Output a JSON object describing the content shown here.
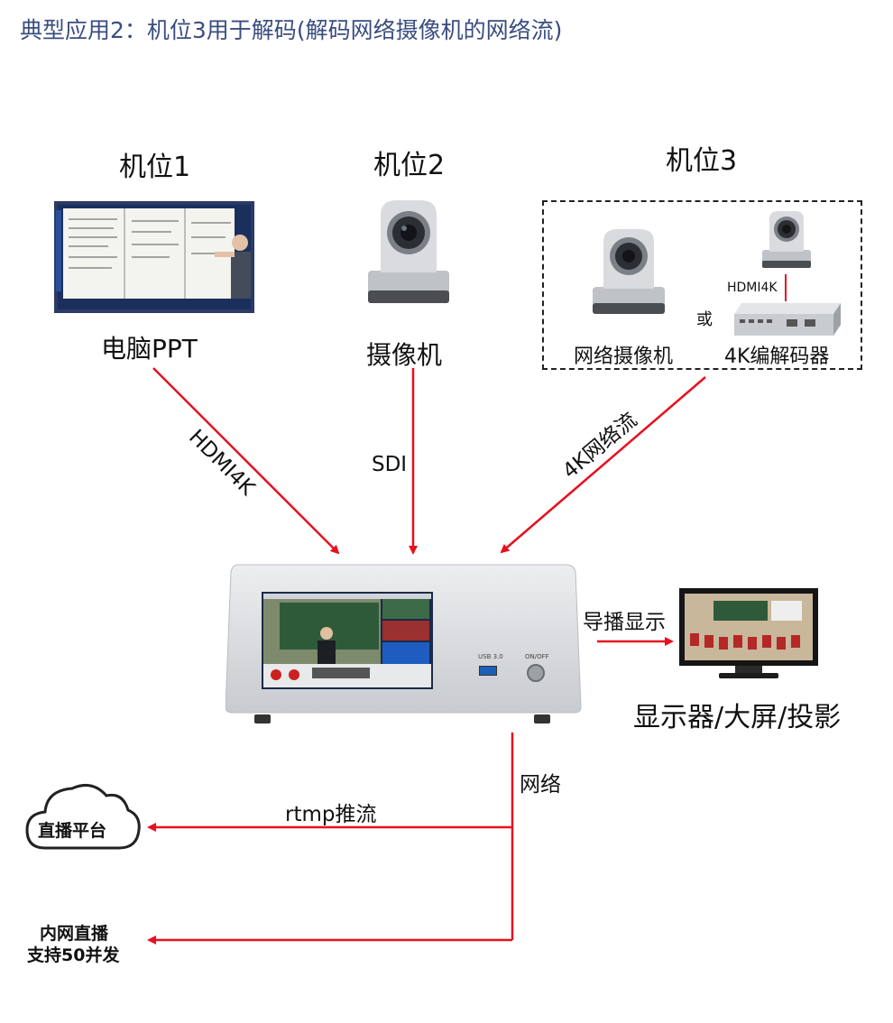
{
  "title": "典型应用2：机位3用于解码(解码网络摄像机的网络流)",
  "positions": {
    "pos1": "机位1",
    "pos2": "机位2",
    "pos3": "机位3"
  },
  "sources": {
    "computer_ppt": "电脑PPT",
    "camera": "摄像机",
    "network_camera": "网络摄像机",
    "or_text": "或",
    "hdmi4k_small": "HDMI4K",
    "encoder_decoder": "4K编解码器"
  },
  "links": {
    "hdmi4k": "HDMI4K",
    "sdi": "SDI",
    "net_stream_4k": "4K网络流",
    "director_display": "导播显示",
    "network": "网络",
    "rtmp_push": "rtmp推流"
  },
  "outputs": {
    "display": "显示器/大屏/投影",
    "live_platform": "直播平台",
    "intranet_line1": "内网直播",
    "intranet_line2": "支持50并发"
  },
  "device": {
    "usb_label": "USB 3.0",
    "power_label": "ON/OFF"
  },
  "colors": {
    "arrow": "#e8101e",
    "title": "#3a4d80",
    "device_body": "#d8dadd"
  }
}
